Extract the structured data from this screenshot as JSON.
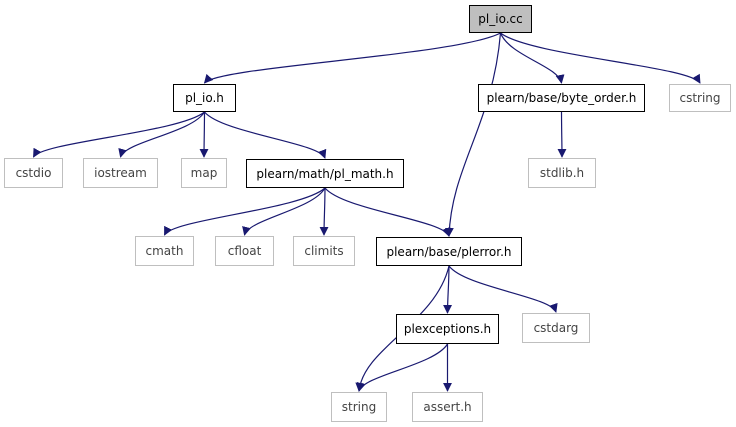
{
  "graph": {
    "edge_color": "#191970",
    "root_fill": "#bfbfbf",
    "system_border": "#bfbfbf",
    "nodes": {
      "pl_io_cc": "pl_io.cc",
      "pl_io_h": "pl_io.h",
      "byte_order_h": "plearn/base/byte_order.h",
      "cstring": "cstring",
      "cstdio": "cstdio",
      "iostream": "iostream",
      "map": "map",
      "pl_math_h": "plearn/math/pl_math.h",
      "stdlib_h": "stdlib.h",
      "cmath": "cmath",
      "cfloat": "cfloat",
      "climits": "climits",
      "plerror_h": "plearn/base/plerror.h",
      "plexceptions_h": "plexceptions.h",
      "cstdarg": "cstdarg",
      "string": "string",
      "assert_h": "assert.h"
    },
    "edges": [
      [
        "pl_io_cc",
        "pl_io_h"
      ],
      [
        "pl_io_cc",
        "plerror_h"
      ],
      [
        "pl_io_cc",
        "byte_order_h"
      ],
      [
        "pl_io_cc",
        "cstring"
      ],
      [
        "pl_io_h",
        "cstdio"
      ],
      [
        "pl_io_h",
        "iostream"
      ],
      [
        "pl_io_h",
        "map"
      ],
      [
        "pl_io_h",
        "pl_math_h"
      ],
      [
        "byte_order_h",
        "stdlib_h"
      ],
      [
        "pl_math_h",
        "cmath"
      ],
      [
        "pl_math_h",
        "cfloat"
      ],
      [
        "pl_math_h",
        "climits"
      ],
      [
        "pl_math_h",
        "plerror_h"
      ],
      [
        "plerror_h",
        "string"
      ],
      [
        "plerror_h",
        "plexceptions_h"
      ],
      [
        "plerror_h",
        "cstdarg"
      ],
      [
        "plexceptions_h",
        "string"
      ],
      [
        "plexceptions_h",
        "assert_h"
      ]
    ]
  }
}
